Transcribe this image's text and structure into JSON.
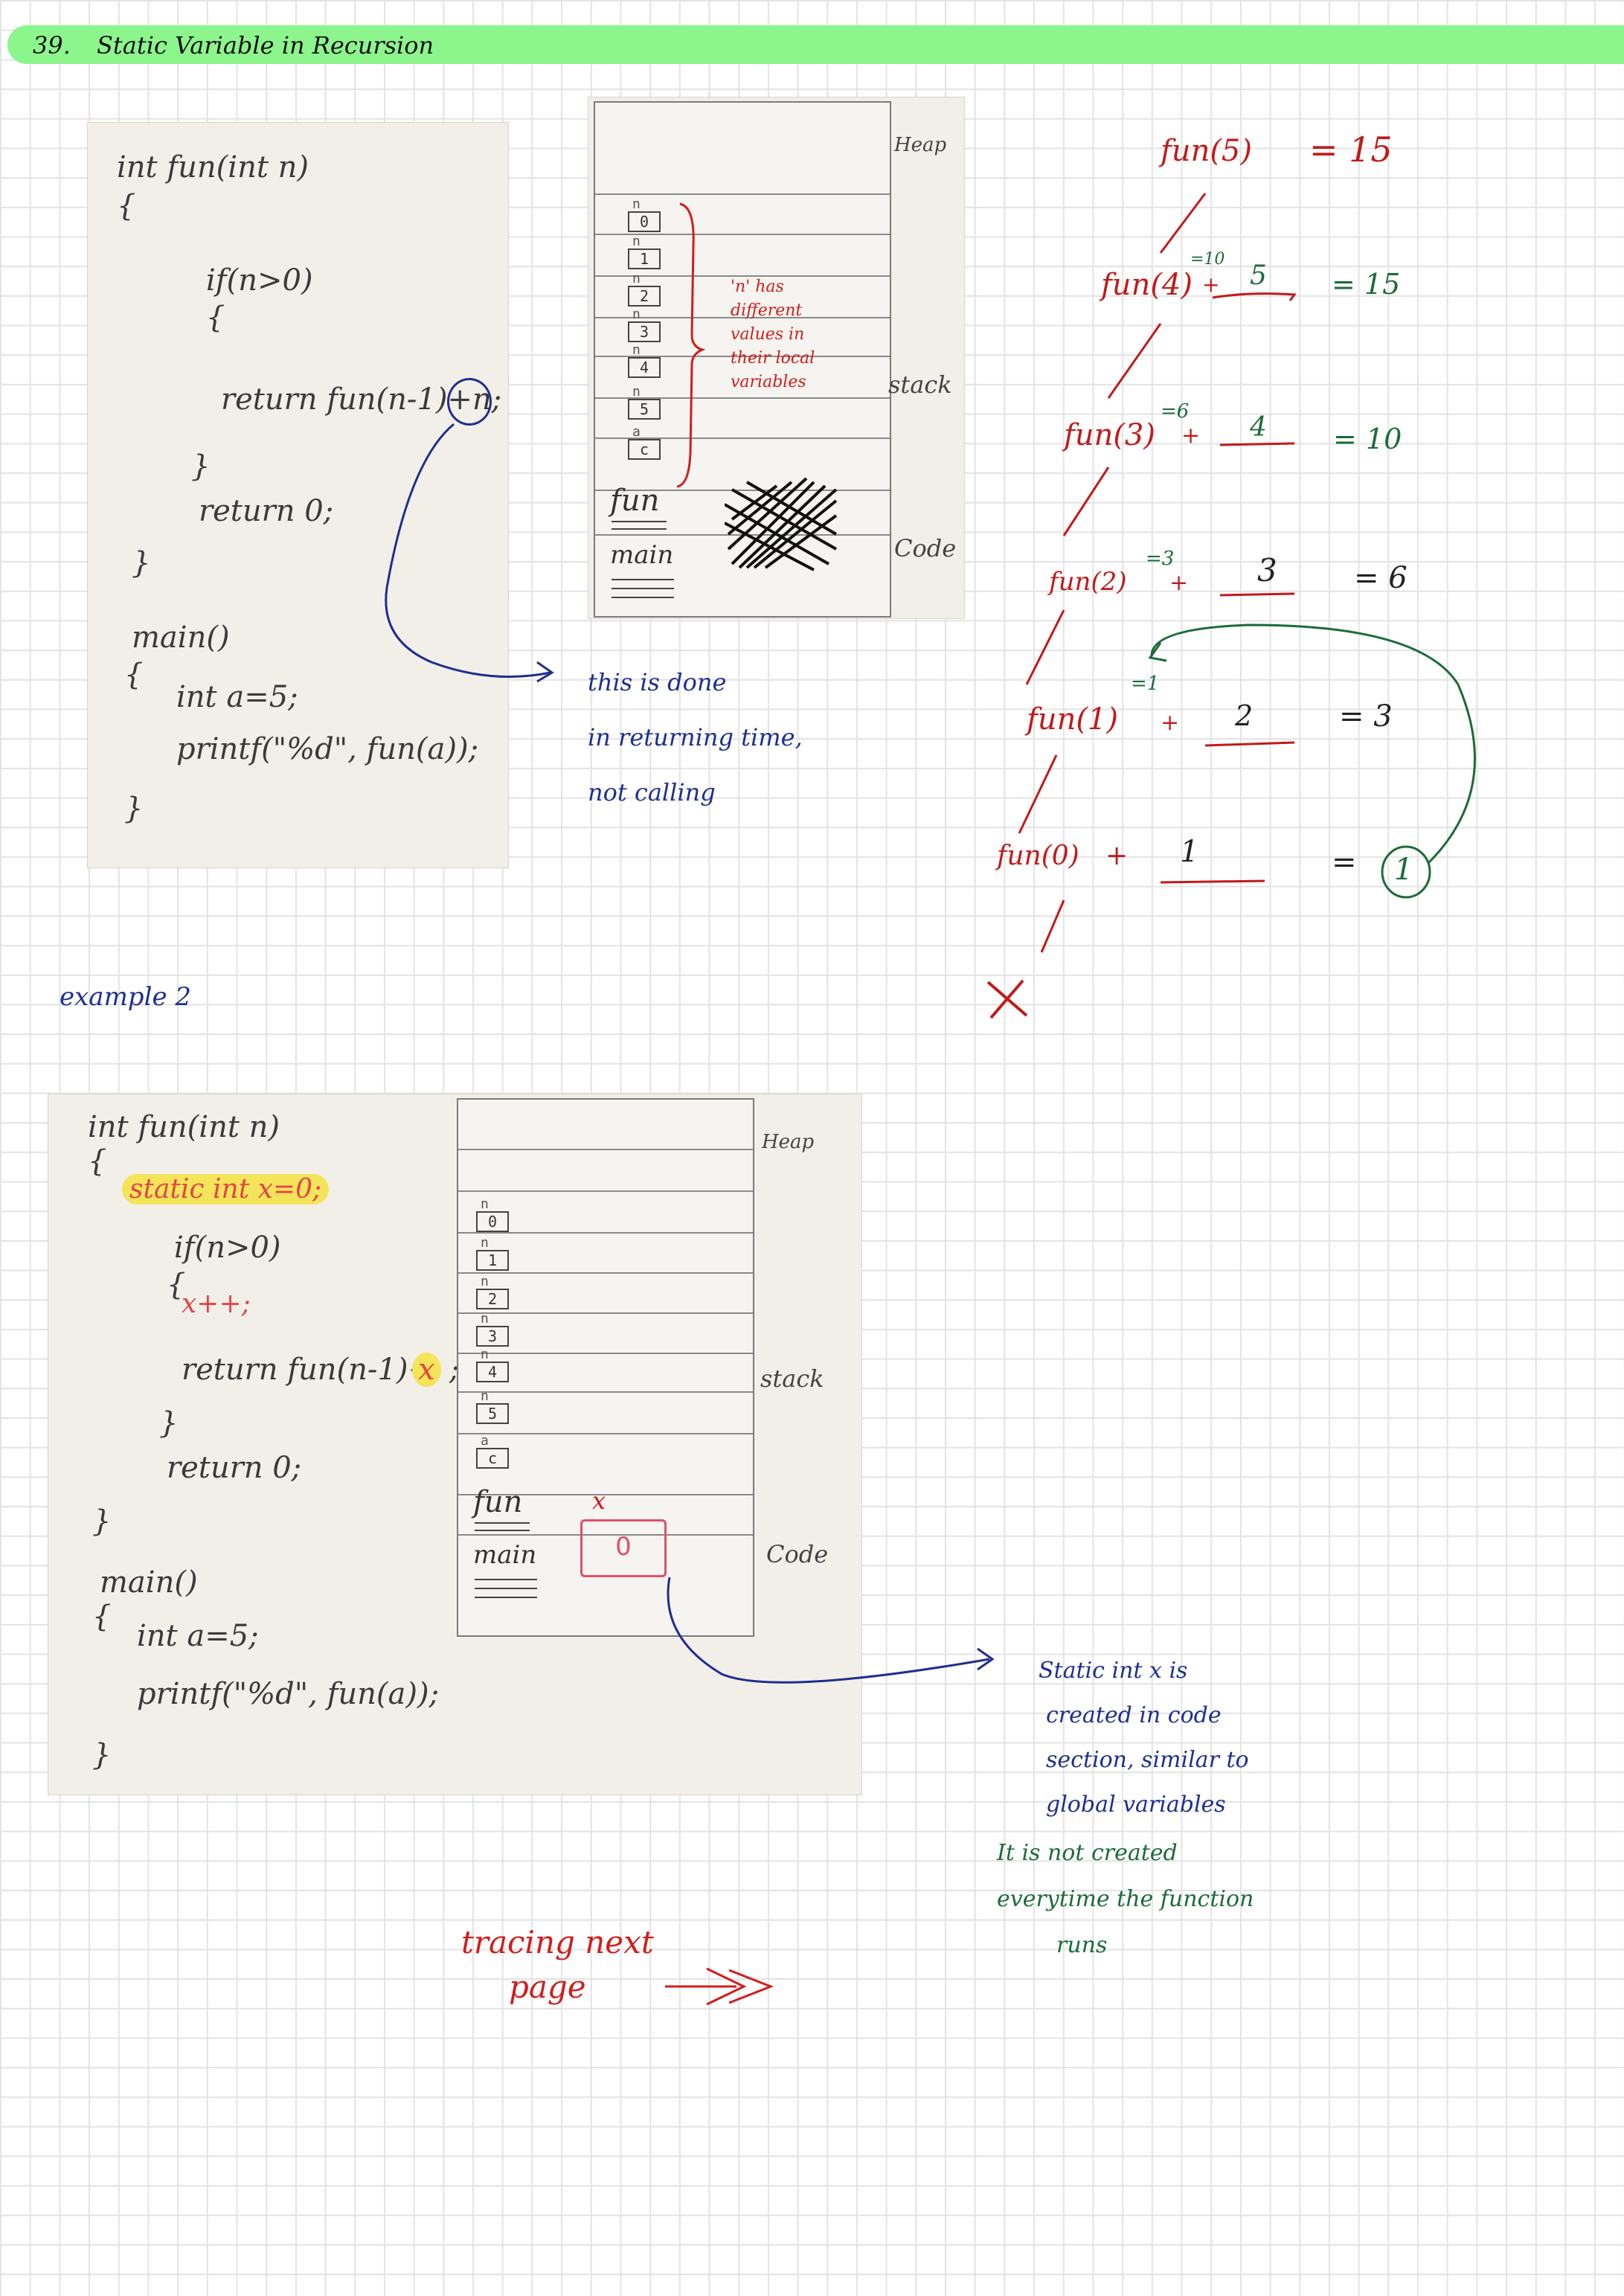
{
  "title": {
    "number": "39.",
    "text": "Static Variable in Recursion"
  },
  "example1": {
    "code": [
      "int fun(int n)",
      "{",
      "if(n>0)",
      "{",
      "return fun(n-1)+n;",
      "}",
      "return 0;",
      "}",
      "main()",
      "{",
      "int a=5;",
      "printf(\"%d\", fun(a));",
      "}"
    ],
    "stack_labels": {
      "heap": "Heap",
      "stack": "stack",
      "code": "Code"
    },
    "cells": [
      "0",
      "1",
      "2",
      "3",
      "4",
      "5",
      "c"
    ],
    "cell_label": "n",
    "frames": {
      "fun": "fun",
      "main": "main"
    },
    "brace_note": [
      "'n' has",
      "different",
      "values in",
      "their local",
      "variables"
    ],
    "note": [
      "this is done",
      "in returning time,",
      "not calling"
    ]
  },
  "trace": {
    "rows": [
      {
        "call": "fun(5)",
        "result": "= 15"
      },
      {
        "call": "fun(4)",
        "op": "+",
        "term": "5",
        "above": "=10",
        "result": "= 15"
      },
      {
        "call": "fun(3)",
        "op": "+",
        "term": "4",
        "above": "=6",
        "result": "= 10"
      },
      {
        "call": "fun(2)",
        "op": "+",
        "term": "3",
        "above": "=3",
        "result": "= 6"
      },
      {
        "call": "fun(1)",
        "op": "+",
        "term": "2",
        "above": "=1",
        "result": "= 3"
      },
      {
        "call": "fun(0)",
        "op": "+",
        "term": "1",
        "result": "=",
        "circled": "1"
      }
    ],
    "end_mark": "X"
  },
  "example2": {
    "label": "example 2",
    "code": [
      "int fun(int n)",
      "{",
      "static int x=0;",
      "if(n>0)",
      "{",
      "x++;",
      "return fun(n-1)+",
      "x",
      ";",
      "}",
      "return 0;",
      "}",
      "main()",
      "{",
      "int a=5;",
      "printf(\"%d\", fun(a));",
      "}"
    ],
    "stack_labels": {
      "heap": "Heap",
      "stack": "stack",
      "code": "Code"
    },
    "cells": [
      "0",
      "1",
      "2",
      "3",
      "4",
      "5",
      "c"
    ],
    "cell_label": "n",
    "frames": {
      "fun": "fun",
      "main": "main"
    },
    "x_box": {
      "label": "x",
      "value": "0"
    },
    "note_blue": [
      "Static int x is",
      "created in code",
      "section, similar to",
      "global variables"
    ],
    "note_green": [
      "It is not created",
      "everytime the function",
      "runs"
    ],
    "footer": [
      "tracing next",
      "page"
    ]
  },
  "colors": {
    "title_bar": "#8cf58c",
    "blue": "#1f2f8f",
    "red": "#d11d1d",
    "green": "#1b6b3a",
    "highlight": "#f4e45a"
  }
}
